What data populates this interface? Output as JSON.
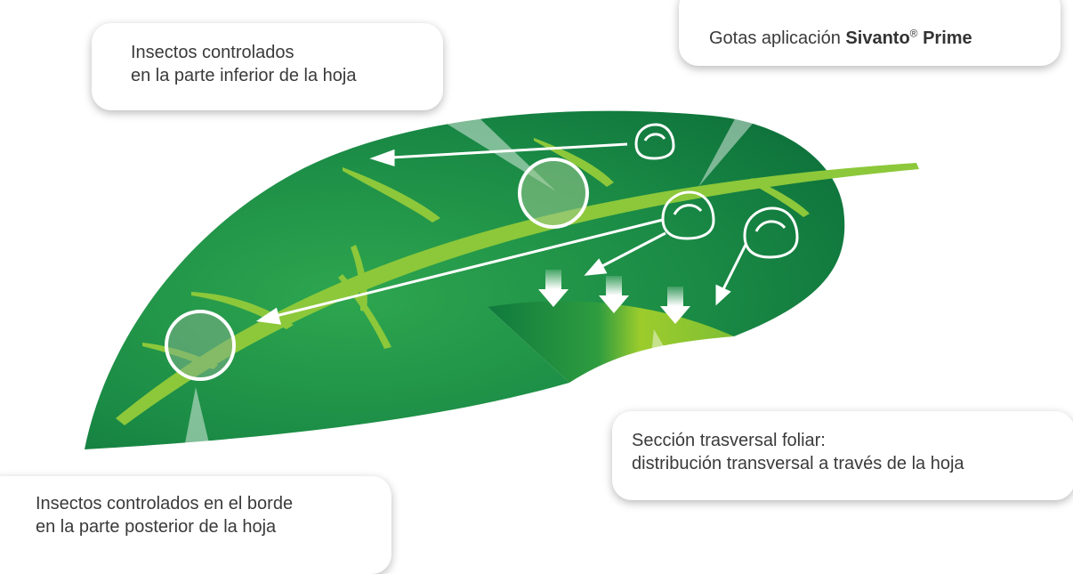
{
  "colors": {
    "leaf_dark": "#0a6b38",
    "leaf_light": "#2ea64f",
    "midrib": "#8cc83a",
    "callout_text": "#3a3a3a"
  },
  "callouts": {
    "top_left": {
      "line1": "Insectos controlados",
      "line2": "en la parte inferior de la hoja"
    },
    "top_right": {
      "prefix": "Gotas aplicación ",
      "brand": "Sivanto",
      "registered": "®",
      "product": " Prime"
    },
    "bottom_right": {
      "line1": "Sección trasversal foliar:",
      "line2": "distribución transversal a través de la hoja"
    },
    "bottom_left": {
      "line1": "Insectos controlados en el borde",
      "line2": "en la parte posterior de la hoja"
    }
  },
  "icons": [
    "droplet-icon",
    "down-arrow-icon",
    "magnifier-circle-icon"
  ]
}
